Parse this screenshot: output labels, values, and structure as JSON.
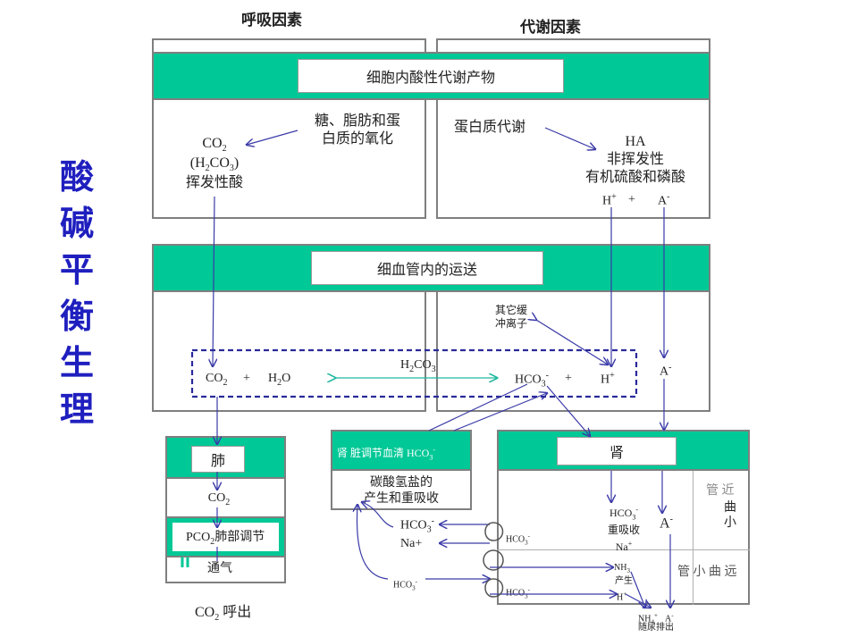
{
  "title_chars": [
    "酸",
    "碱",
    "平",
    "衡",
    "生",
    "理"
  ],
  "headers": {
    "respiratory": "呼吸因素",
    "metabolic": "代谢因素"
  },
  "section1": {
    "band_label": "细胞内酸性代谢产物",
    "left": {
      "source_line1": "糖、脂肪和蛋",
      "source_line2": "白质的氧化",
      "co2": "CO",
      "co2_sub": "2",
      "h2co3_open": "(H",
      "h2co3_sub1": "2",
      "h2co3_mid": "CO",
      "h2co3_sub2": "3",
      "h2co3_close": ")",
      "volatile_acid": "挥发性酸"
    },
    "right": {
      "source": "蛋白质代谢",
      "ha": "HA",
      "nonvolatile": "非挥发性",
      "organic_acids": "有机硫酸和磷酸",
      "h": "H",
      "h_sup": "+",
      "plus": "+",
      "a": "A",
      "a_sup": "-"
    }
  },
  "section2": {
    "band_label": "细血管内的运送",
    "other_buffer_line1": "其它缓",
    "other_buffer_line2": "冲离子",
    "eq_co2": "CO",
    "eq_co2_sub": "2",
    "eq_plus1": "+",
    "eq_h2o_h": "H",
    "eq_h2o_sub": "2",
    "eq_h2o_o": "O",
    "eq_h2co3_h": "H",
    "eq_h2co3_sub1": "2",
    "eq_h2co3_co": "CO",
    "eq_h2co3_sub2": "3",
    "eq_hco3": "HCO",
    "eq_hco3_sub": "3",
    "eq_hco3_sup": "-",
    "eq_plus2": "+",
    "eq_h": "H",
    "eq_h_sup": "+",
    "eq_a": "A",
    "eq_a_sup": "-"
  },
  "lung": {
    "label": "肺",
    "co2": "CO",
    "co2_sub": "2",
    "pco2": "PCO",
    "pco2_sub": "2",
    "regulation": "肺部调节",
    "equal_sign": "II",
    "ventilation": "通气",
    "exhale_co2": "CO",
    "exhale_sub": "2",
    "exhale_text": "呼出"
  },
  "kidney_regulation": {
    "band_label": "肾  脏调节血清 HCO",
    "band_sub": "3",
    "band_sup": "-",
    "line1": "碳酸氢盐的",
    "line2": "产生和重吸收",
    "hco3": "HCO",
    "hco3_sub": "3",
    "hco3_sup": "-",
    "na": "Na+",
    "hco3_small": "HCO",
    "hco3_small_sub": "3",
    "hco3_small_sup": "-"
  },
  "kidney": {
    "label": "肾",
    "hco3": "HCO",
    "hco3_sub": "3",
    "hco3_sup": "-",
    "reabsorb": "重吸收",
    "na": "Na",
    "na_sup": "+",
    "a": "A",
    "a_sup": "-",
    "proximal_line1": "管 近",
    "proximal_line2": "曲",
    "proximal_line3": "小",
    "distal": "管 小 曲 远",
    "nh3": "NH",
    "nh3_sub": "3",
    "produce": "产生",
    "h": "H",
    "h_sup": "+",
    "nh4": "NH",
    "nh4_sub": "4",
    "nh4_sup": "+",
    "a2": "A",
    "a2_sup": "-",
    "excrete": "随尿排出",
    "tube_hco3_1": "HCO",
    "tube_hco3_1_sub": "3",
    "tube_hco3_1_sup": "-",
    "tube_hco3_2": "HCO",
    "tube_hco3_2_sub": "3",
    "tube_hco3_2_sup": "-"
  },
  "colors": {
    "band": "#00c896",
    "arrow": "#3a3aa8",
    "title": "#1f1fbf",
    "border": "#7f7f7f",
    "teal_arrow": "#20b8a0",
    "dashed": "#2a2a9a"
  }
}
